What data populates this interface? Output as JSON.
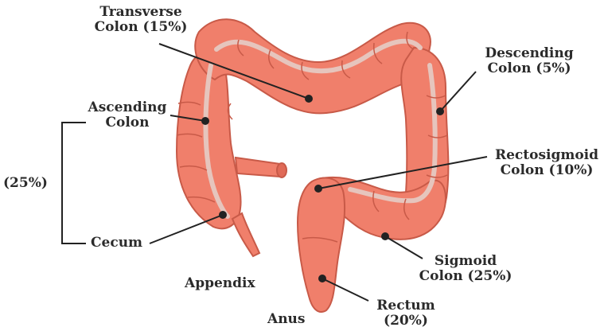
{
  "labels": {
    "transverse": {
      "line1": "Transverse",
      "line2": "Colon (15%)"
    },
    "descending": {
      "line1": "Descending",
      "line2": "Colon (5%)"
    },
    "ascending": {
      "line1": "Ascending",
      "line2": "Colon"
    },
    "bracket_pct": "(25%)",
    "cecum": "Cecum",
    "rectosigmoid": {
      "line1": "Rectosigmoid",
      "line2": "Colon (10%)"
    },
    "sigmoid": {
      "line1": "Sigmoid",
      "line2": "Colon (25%)"
    },
    "appendix": "Appendix",
    "rectum": {
      "line1": "Rectum",
      "line2": "(20%)"
    },
    "anus": "Anus"
  },
  "colors": {
    "colon_fill": "#f07f6b",
    "colon_outline": "#c85a48",
    "lumen": "#e6c5bd",
    "leader": "#222222",
    "text": "#2b2b2b"
  }
}
